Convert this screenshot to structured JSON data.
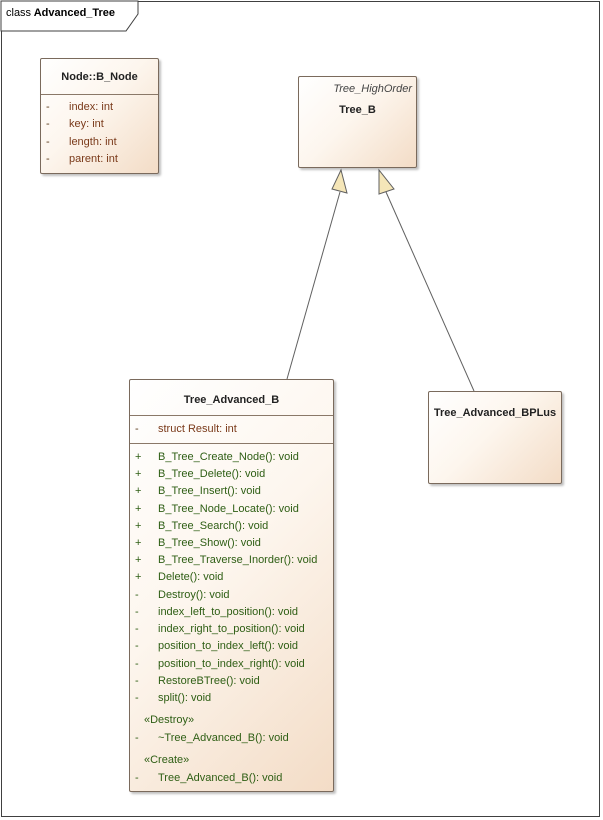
{
  "frame": {
    "keyword": "class",
    "name": "Advanced_Tree"
  },
  "classes": {
    "node": {
      "name": "Node::B_Node",
      "attributes": [
        {
          "vis": "-",
          "text": "index: int"
        },
        {
          "vis": "-",
          "text": "key: int"
        },
        {
          "vis": "-",
          "text": "length: int"
        },
        {
          "vis": "-",
          "text": "parent: int"
        }
      ]
    },
    "tree_b": {
      "stereotype": "Tree_HighOrder",
      "name": "Tree_B"
    },
    "advanced_b": {
      "name": "Tree_Advanced_B",
      "attributes": [
        {
          "vis": "-",
          "text": "struct Result: int"
        }
      ],
      "operations": [
        {
          "vis": "+",
          "text": "B_Tree_Create_Node(): void"
        },
        {
          "vis": "+",
          "text": "B_Tree_Delete(): void"
        },
        {
          "vis": "+",
          "text": "B_Tree_Insert(): void"
        },
        {
          "vis": "+",
          "text": "B_Tree_Node_Locate(): void"
        },
        {
          "vis": "+",
          "text": "B_Tree_Search(): void"
        },
        {
          "vis": "+",
          "text": "B_Tree_Show(): void"
        },
        {
          "vis": "+",
          "text": "B_Tree_Traverse_Inorder(): void"
        },
        {
          "vis": "+",
          "text": "Delete(): void"
        },
        {
          "vis": "-",
          "text": "Destroy(): void"
        },
        {
          "vis": "-",
          "text": "index_left_to_position(): void"
        },
        {
          "vis": "-",
          "text": "index_right_to_position(): void"
        },
        {
          "vis": "-",
          "text": "position_to_index_left(): void"
        },
        {
          "vis": "-",
          "text": "position_to_index_right(): void"
        },
        {
          "vis": "-",
          "text": "RestoreBTree(): void"
        },
        {
          "vis": "-",
          "text": "split(): void"
        }
      ],
      "destroy_label": "«Destroy»",
      "destroy_op": {
        "vis": "-",
        "text": "~Tree_Advanced_B(): void"
      },
      "create_label": "«Create»",
      "create_op": {
        "vis": "-",
        "text": "Tree_Advanced_B(): void"
      }
    },
    "bplus": {
      "name": "Tree_Advanced_BPLus"
    }
  },
  "colors": {
    "attribute_text": "#7a3a1a",
    "operation_text": "#2e5e14",
    "arrowhead_fill": "#f5e6b8"
  }
}
